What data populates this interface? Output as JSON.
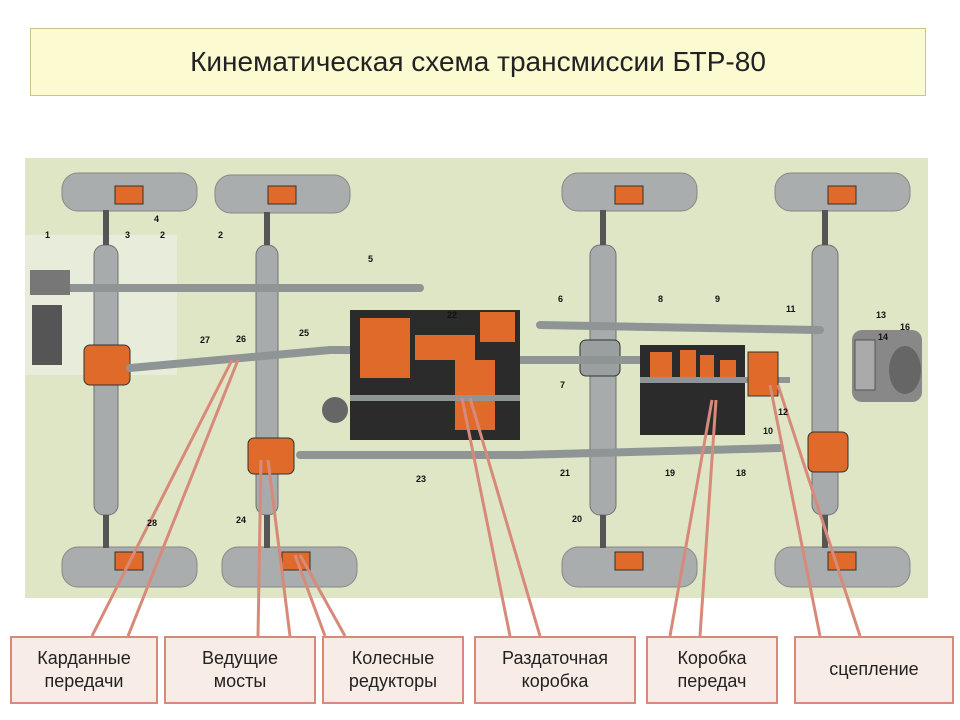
{
  "title": "Кинематическая схема трансмиссии БТР-80",
  "part_numbers": [
    "1",
    "2",
    "2",
    "3",
    "4",
    "5",
    "6",
    "7",
    "8",
    "9",
    "10",
    "11",
    "12",
    "13",
    "14",
    "16",
    "18",
    "19",
    "20",
    "21",
    "22",
    "23",
    "24",
    "25",
    "26",
    "27",
    "28"
  ],
  "labels": [
    {
      "name": "cardan-shafts-label",
      "text": "Карданные\nпередачи"
    },
    {
      "name": "drive-axles-label",
      "text": "Ведущие\nмосты"
    },
    {
      "name": "wheel-reducers-label",
      "text": "Колесные\nредукторы"
    },
    {
      "name": "transfer-case-label",
      "text": "Раздаточная\nкоробка"
    },
    {
      "name": "gearbox-label",
      "text": "Коробка\nпередач"
    },
    {
      "name": "clutch-label",
      "text": "сцепление"
    }
  ],
  "colors": {
    "title_bg": "#fcfad0",
    "label_bg": "#f8ece6",
    "label_border": "#d88a7a",
    "scheme_bg": "#dfe6c6",
    "gear_orange": "#e06a2a",
    "housing_gray": "#a7abab"
  }
}
